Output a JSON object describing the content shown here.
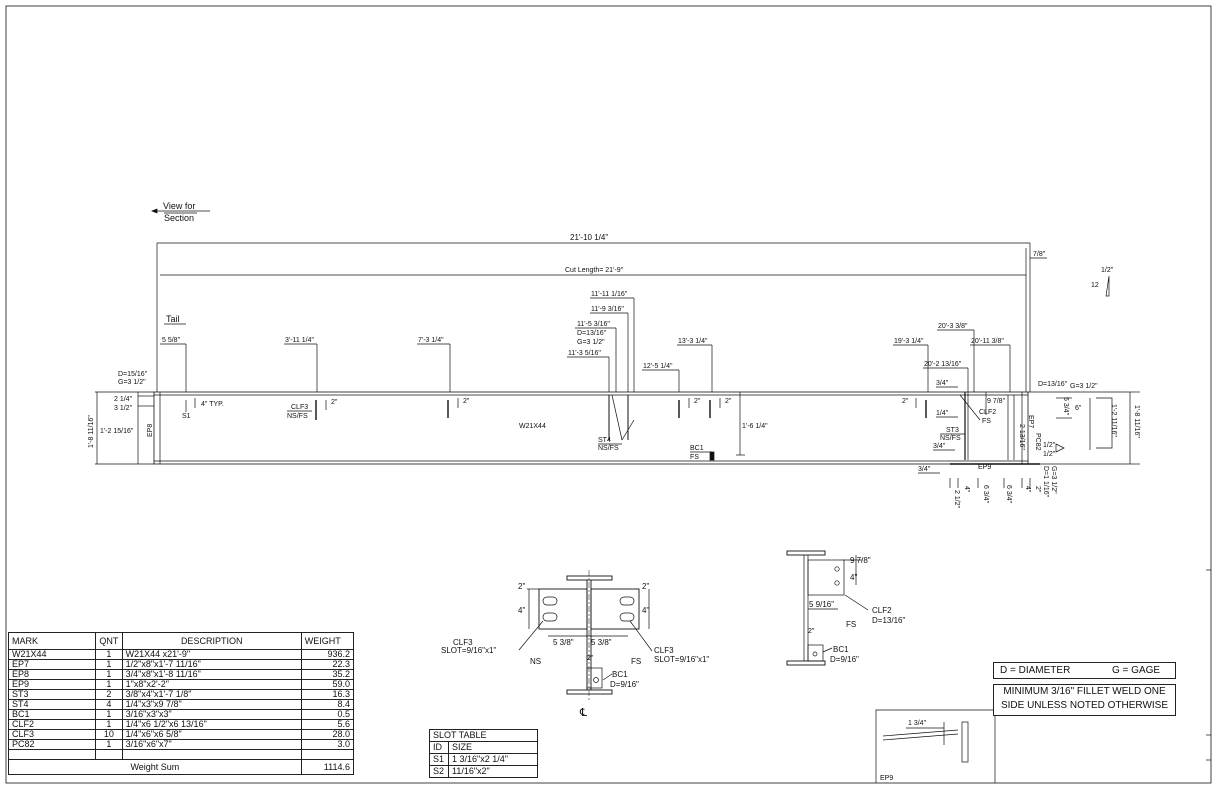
{
  "header": {
    "view_for": "View for",
    "section": "Section",
    "overall": "21'-10 1/4\"",
    "cut_length": "Cut Length=  21'-9\"",
    "end_offset": "7/8\"",
    "slope_rise": "1/2\"",
    "slope_run": "12"
  },
  "elevation": {
    "member": "W21X44",
    "tail": "Tail",
    "d_left": "D=15/16\"",
    "g_left": "G=3 1/2\"",
    "d_right": "D=13/16\"",
    "g_right": "G=3 1/2\"",
    "dim_5_5_8": "5 5/8\"",
    "dim_3_11": "3'-11 1/4\"",
    "dim_7_3": "7'-3 1/4\"",
    "dim_11_11": "11'-11 1/16\"",
    "dim_11_9": "11'-9 3/16\"",
    "dim_11_5": "11'-5 3/16\"",
    "d_mid": "D=13/16\"",
    "g_mid": "G=3 1/2\"",
    "dim_11_3": "11'-3 5/16\"",
    "dim_12_5": "12'-5 1/4\"",
    "dim_13_3": "13'-3 1/4\"",
    "dim_19_3": "19'-3 1/4\"",
    "dim_20_3": "20'-3 3/8\"",
    "dim_20_2": "20'-2 13/16\"",
    "dim_20_11": "20'-11 3/8\"",
    "dim_2_1_4": "2 1/4\"",
    "dim_3_1_2": "3 1/2\"",
    "dim_1_8": "1'-8 11/16\"",
    "dim_1_2": "1'-2 15/16\"",
    "ep8": "EP8",
    "s1": "S1",
    "typ": "4\" TYP.",
    "clf3": "CLF3",
    "nsfs": "NS/FS",
    "two_in": "2\"",
    "st4": "ST4",
    "st4_nsfs": "NS/FS",
    "bc1": "BC1",
    "fs": "FS",
    "dim_1_6": "1'-6 1/4\"",
    "three_q": "3/4\"",
    "one_q": "1/4\"",
    "dim_9_7_8": "9 7/8\"",
    "clf2": "CLF2",
    "clf2_fs": "FS",
    "st3": "ST3",
    "st3_nsfs": "NS/FS",
    "three_q_b": "3/4\"",
    "pc82": "PC82",
    "ep7": "EP7",
    "dim_5_3_4": "5 3/4\"",
    "dim_6": "6\"",
    "dim_1_2_11": "1'-2 11/16\"",
    "dim_1_8_r": "1'-8 11/16\"",
    "half_r": "1/2\"",
    "half_r2": "1/2\"",
    "ep9": "EP9",
    "three_q_c": "3/4\"",
    "b_2_1_2": "2 1/2\"",
    "b_4": "4\"",
    "b_6_3_4": "6 3/4\"",
    "b_6_3_4b": "6 3/4\"",
    "b_4b": "4\"",
    "b_2": "2\"",
    "d_1_1_16": "D=1 1/16\"",
    "g_3_1_2": "G=3 1/2\"",
    "two_13": "2 13/16\"",
    "six": "6\""
  },
  "section_view": {
    "two_tl": "2\"",
    "four_l": "4\"",
    "two_tr": "2\"",
    "four_r": "4\"",
    "w_l": "5 3/8\"",
    "w_r": "5 3/8\"",
    "two_c": "2\"",
    "clf3_l": "CLF3",
    "slot_l": "SLOT=9/16\"x1\"",
    "clf3_r": "CLF3",
    "slot_r": "SLOT=9/16\"x1\"",
    "ns": "NS",
    "fs": "FS",
    "bc1": "BC1",
    "bc1_d": "D=9/16\"",
    "cl": "℄"
  },
  "detail_view": {
    "dim_9_7_8": "9 7/8\"",
    "dim_4": "4\"",
    "dim_5_9_16": "5 9/16\"",
    "clf2": "CLF2",
    "clf2_d": "D=13/16\"",
    "fs": "FS",
    "two": "2\"",
    "bc1": "BC1",
    "bc1_d": "D=9/16\""
  },
  "ep9_view": {
    "dim": "1 3/4\"",
    "label": "EP9"
  },
  "bom": {
    "headers": [
      "MARK",
      "QNT",
      "DESCRIPTION",
      "WEIGHT"
    ],
    "rows": [
      {
        "mark": "W21X44",
        "qnt": "1",
        "desc": "W21X44 x21'-9\"",
        "weight": "936.2"
      },
      {
        "mark": "EP7",
        "qnt": "1",
        "desc": "1/2\"x8\"x1'-7 11/16\"",
        "weight": "22.3"
      },
      {
        "mark": "EP8",
        "qnt": "1",
        "desc": "3/4\"x8\"x1'-8 11/16\"",
        "weight": "35.2"
      },
      {
        "mark": "EP9",
        "qnt": "1",
        "desc": "1\"x8\"x2'-2\"",
        "weight": "59.0"
      },
      {
        "mark": "ST3",
        "qnt": "2",
        "desc": "3/8\"x4\"x1'-7 1/8\"",
        "weight": "16.3"
      },
      {
        "mark": "ST4",
        "qnt": "4",
        "desc": "1/4\"x3\"x9 7/8\"",
        "weight": "8.4"
      },
      {
        "mark": "BC1",
        "qnt": "1",
        "desc": "3/16\"x3\"x3\"",
        "weight": "0.5"
      },
      {
        "mark": "CLF2",
        "qnt": "1",
        "desc": "1/4\"x6 1/2\"x6 13/16\"",
        "weight": "5.6"
      },
      {
        "mark": "CLF3",
        "qnt": "10",
        "desc": "1/4\"x6\"x6 5/8\"",
        "weight": "28.0"
      },
      {
        "mark": "PC82",
        "qnt": "1",
        "desc": "3/16\"x6\"x7\"",
        "weight": "3.0"
      }
    ],
    "sum_label": "Weight Sum",
    "sum_value": "1114.6"
  },
  "slot_table": {
    "title": "SLOT TABLE",
    "headers": [
      "ID",
      "SIZE"
    ],
    "rows": [
      {
        "id": "S1",
        "size": "1 3/16\"x2 1/4\""
      },
      {
        "id": "S2",
        "size": "11/16\"x2\""
      }
    ]
  },
  "notes": {
    "diameter": "D = DIAMETER",
    "gage": "G = GAGE",
    "weld_line1": "MINIMUM 3/16\" FILLET WELD ONE",
    "weld_line2": "SIDE UNLESS NOTED OTHERWISE"
  }
}
